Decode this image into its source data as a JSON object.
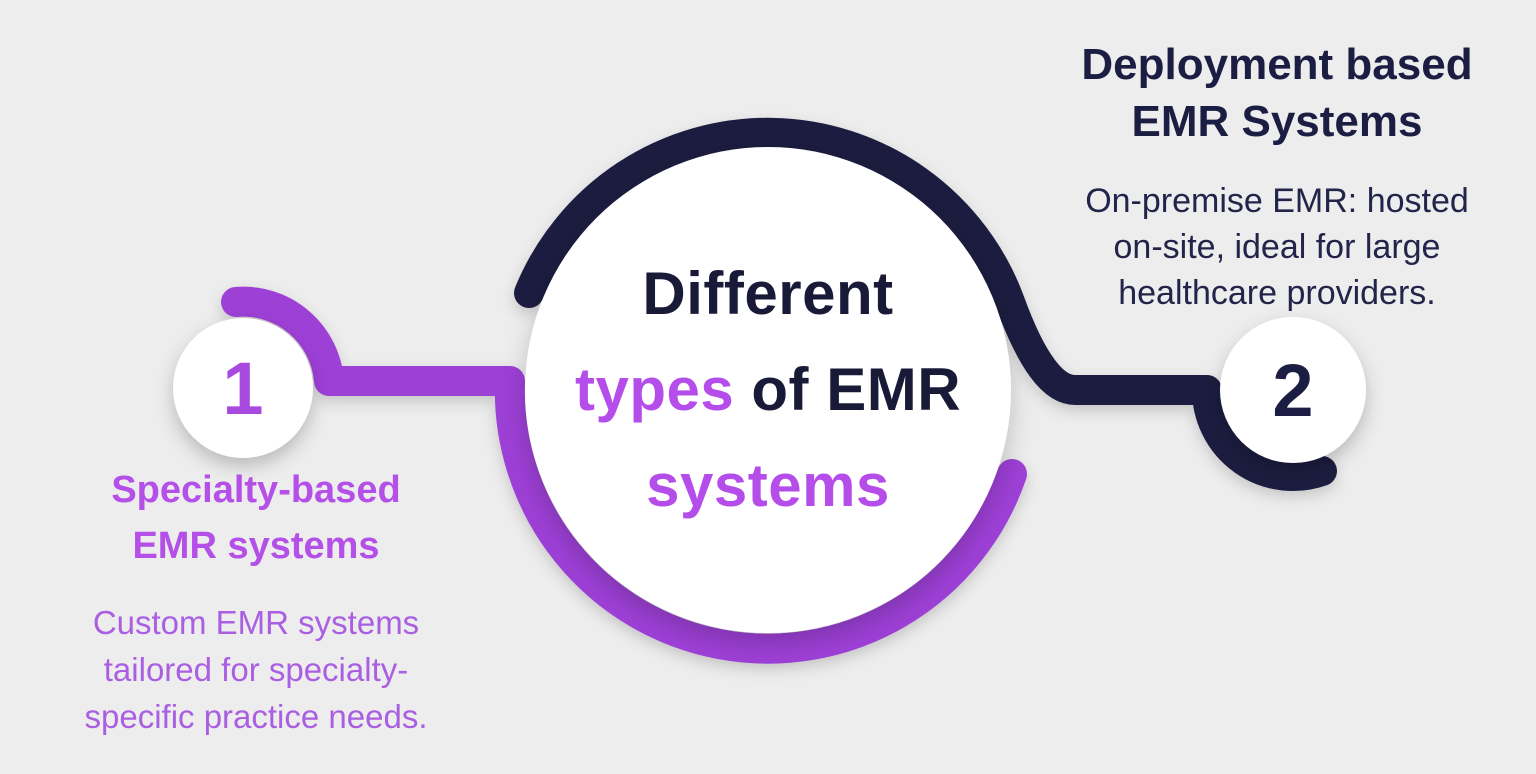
{
  "title": {
    "line1": "Different",
    "line2_highlight": "types",
    "line2_rest": " of EMR",
    "line3": "systems"
  },
  "steps": [
    {
      "number": "1",
      "heading_lines": [
        "Specialty-based",
        "EMR systems"
      ],
      "body_lines": [
        "Custom EMR systems",
        "tailored for specialty-",
        "specific practice needs."
      ]
    },
    {
      "number": "2",
      "heading_lines": [
        "Deployment based",
        "EMR Systems"
      ],
      "body_lines": [
        "On-premise EMR: hosted",
        "on-site, ideal for large",
        "healthcare providers."
      ]
    }
  ],
  "colors": {
    "background": "#ededed",
    "navy": "#1b1c40",
    "navy_text": "#191a38",
    "navy_text_strong": "#1b1d42",
    "navy_body": "#23244a",
    "purple_connector": "#9d40d6",
    "purple_highlight": "#b44de9",
    "purple_heading": "#b450e8",
    "purple_body": "#aa5fe2",
    "purple_number": "#a84ae0",
    "white": "#ffffff"
  }
}
